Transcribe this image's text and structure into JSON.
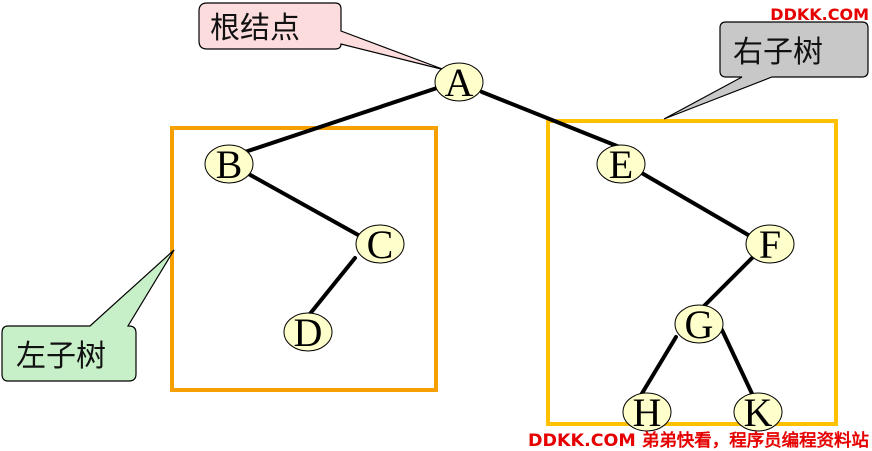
{
  "callouts": {
    "root": "根结点",
    "left": "左子树",
    "right": "右子树"
  },
  "nodes": {
    "a": "A",
    "b": "B",
    "c": "C",
    "d": "D",
    "e": "E",
    "f": "F",
    "g": "G",
    "h": "H",
    "k": "K"
  },
  "watermark": {
    "top": "DDKK.COM",
    "bottom": "DDKK.COM 弟弟快看，程序员编程资料站"
  },
  "colors": {
    "node_fill": "#ffffcc",
    "left_box": "#f5a000",
    "right_box": "#ffc000",
    "root_callout": "#fcdcdc",
    "left_callout": "#c8f0c8",
    "right_callout": "#c8c8c8",
    "watermark": "#e60000"
  }
}
